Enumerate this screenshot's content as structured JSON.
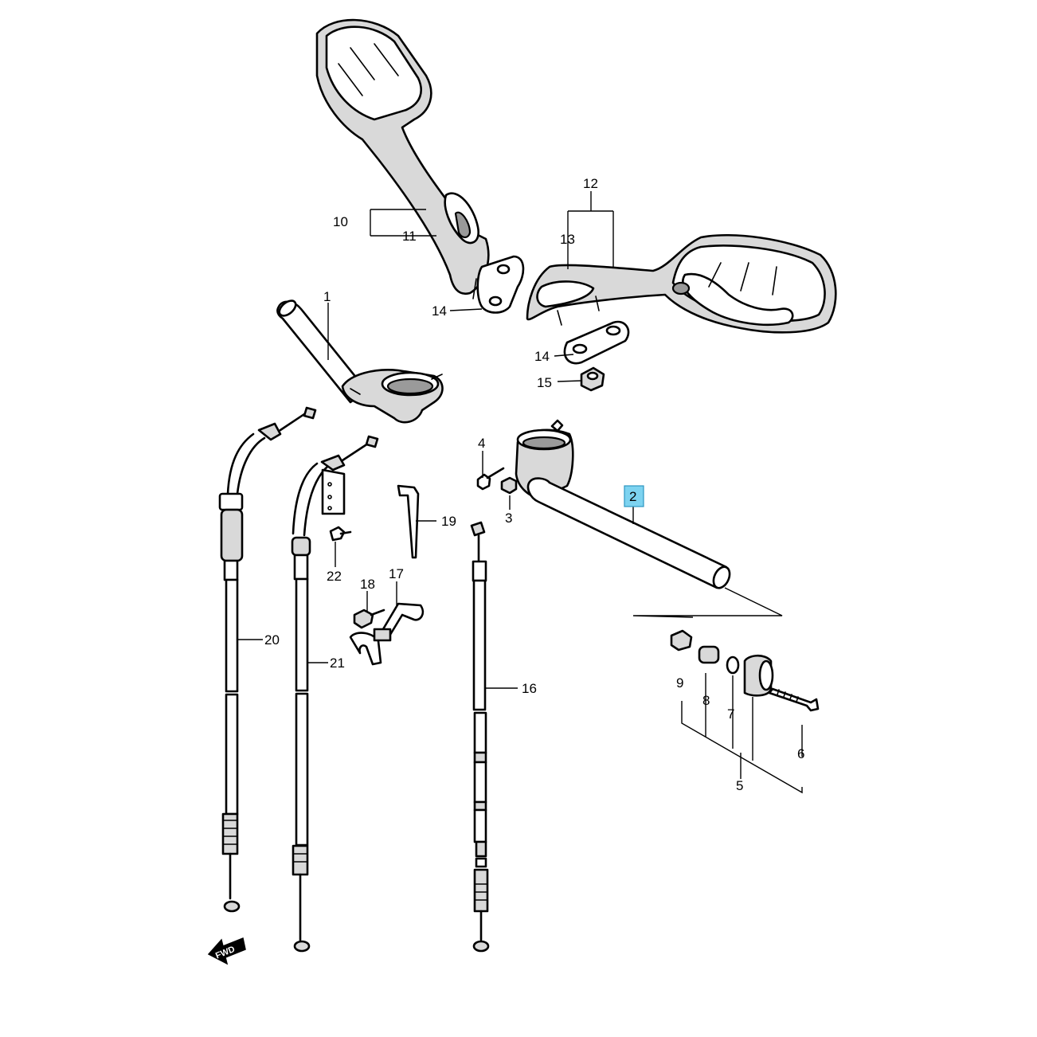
{
  "callouts": [
    {
      "id": "1",
      "label": "1"
    },
    {
      "id": "2",
      "label": "2",
      "highlighted": true
    },
    {
      "id": "3",
      "label": "3"
    },
    {
      "id": "4",
      "label": "4"
    },
    {
      "id": "5",
      "label": "5"
    },
    {
      "id": "6",
      "label": "6"
    },
    {
      "id": "7",
      "label": "7"
    },
    {
      "id": "8",
      "label": "8"
    },
    {
      "id": "9",
      "label": "9"
    },
    {
      "id": "10",
      "label": "10"
    },
    {
      "id": "11",
      "label": "11"
    },
    {
      "id": "12",
      "label": "12"
    },
    {
      "id": "13",
      "label": "13"
    },
    {
      "id": "14a",
      "label": "14"
    },
    {
      "id": "14b",
      "label": "14"
    },
    {
      "id": "15",
      "label": "15"
    },
    {
      "id": "16",
      "label": "16"
    },
    {
      "id": "17",
      "label": "17"
    },
    {
      "id": "18",
      "label": "18"
    },
    {
      "id": "19",
      "label": "19"
    },
    {
      "id": "20",
      "label": "20"
    },
    {
      "id": "21",
      "label": "21"
    },
    {
      "id": "22",
      "label": "22"
    }
  ],
  "direction_marker": {
    "label": "FWD",
    "icon": "forward-arrow-icon"
  },
  "colors": {
    "highlight_fill": "#7dd3f0",
    "highlight_border": "#2c95c0",
    "line": "#000000"
  }
}
